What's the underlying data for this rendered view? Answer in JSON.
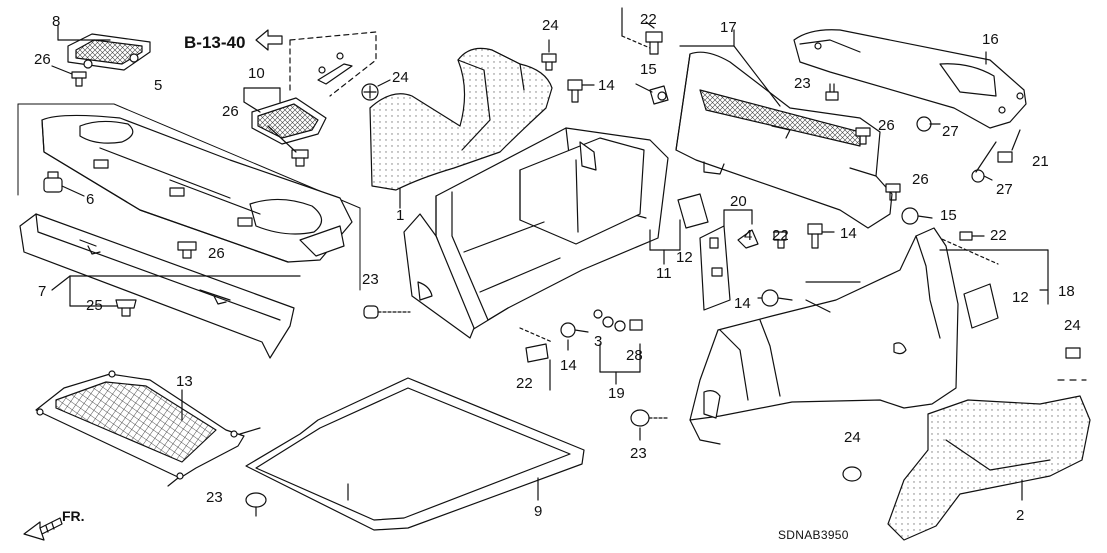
{
  "diagram": {
    "reference_link": "B-13-40",
    "front_indicator": "FR.",
    "diagram_code": "SDNAB3950",
    "callouts": {
      "c1": "1",
      "c2": "2",
      "c3": "3",
      "c4": "4",
      "c5": "5",
      "c6": "6",
      "c7": "7",
      "c8": "8",
      "c9": "9",
      "c10": "10",
      "c11": "11",
      "c12a": "12",
      "c12b": "12",
      "c13": "13",
      "c14a": "14",
      "c14b": "14",
      "c14c": "14",
      "c14d": "14",
      "c15a": "15",
      "c15b": "15",
      "c16": "16",
      "c17": "17",
      "c18": "18",
      "c19": "19",
      "c20": "20",
      "c21": "21",
      "c22a": "22",
      "c22b": "22",
      "c22c": "22",
      "c22d": "22",
      "c23a": "23",
      "c23b": "23",
      "c23c": "23",
      "c23d": "23",
      "c24a": "24",
      "c24b": "24",
      "c24c": "24",
      "c24d": "24",
      "c25": "25",
      "c26a": "26",
      "c26b": "26",
      "c26c": "26",
      "c26d": "26",
      "c26e": "26",
      "c27a": "27",
      "c27b": "27",
      "c28": "28"
    },
    "colors": {
      "line": "#111111",
      "fill": "#ffffff",
      "texture": "#777777"
    }
  }
}
